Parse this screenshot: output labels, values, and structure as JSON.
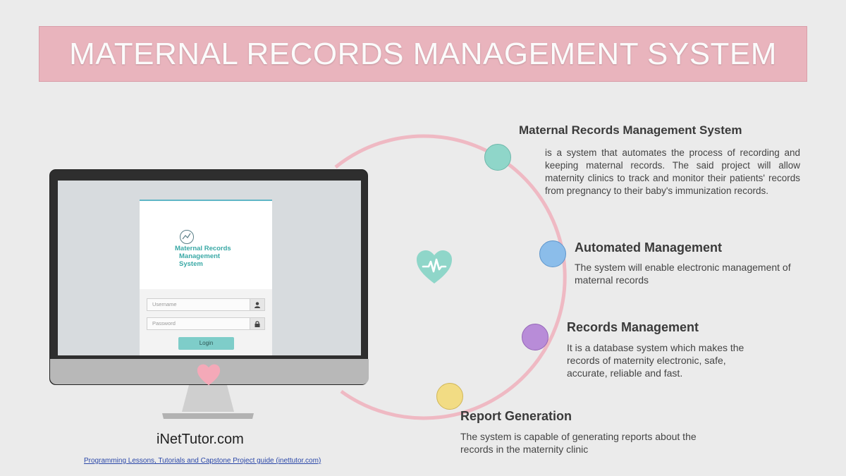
{
  "banner": {
    "title": "MATERNAL RECORDS MANAGEMENT SYSTEM"
  },
  "colors": {
    "banner": "#e9b4bd",
    "arc": "#efb9c3",
    "teal": "#8fd6c9",
    "blue": "#8bbdea",
    "purple": "#b88cd8",
    "yellow": "#f2dc84",
    "heart": "#8fd6c9",
    "small_heart": "#f4a9b8"
  },
  "center_icon": "heartbeat-heart-icon",
  "sections": [
    {
      "title": "Maternal Records Management System",
      "body": " is a system that automates the process of recording and keeping maternal records. The said project will allow maternity clinics to track and monitor their patients' records from pregnancy to their baby's immunization records."
    },
    {
      "title": "Automated Management",
      "body": "The system will enable electronic management of maternal records"
    },
    {
      "title": "Records Management",
      "body": "It is a database system which makes the records of maternity electronic, safe, accurate, reliable and fast."
    },
    {
      "title": "Report Generation",
      "body": "The system is capable of generating reports about the records in the maternity clinic"
    }
  ],
  "login": {
    "logo_line1": "Maternal Records",
    "logo_line2": "Management System",
    "username_placeholder": "Username",
    "password_placeholder": "Password",
    "login_label": "Login"
  },
  "footer": {
    "brand": "iNetTutor.com",
    "link": "Programming Lessons, Tutorials and Capstone Project guide (inettutor.com)"
  }
}
